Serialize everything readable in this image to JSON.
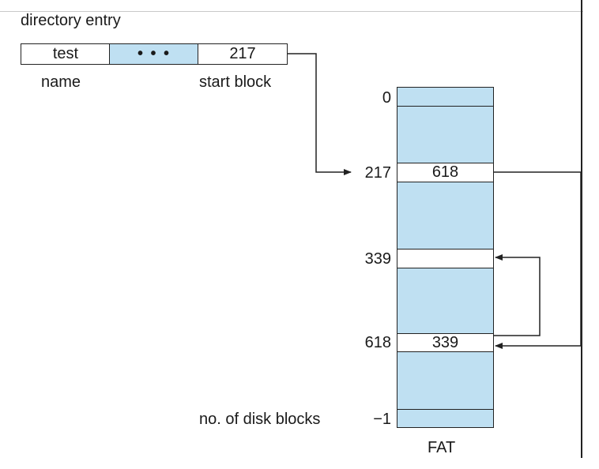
{
  "title": "directory entry",
  "entry": {
    "name_value": "test",
    "middle_value": "• • •",
    "start_value": "217",
    "name_label": "name",
    "start_label": "start block"
  },
  "fat": {
    "caption": "FAT",
    "entries": [
      {
        "index": "0",
        "value": ""
      },
      {
        "index": "217",
        "value": "618"
      },
      {
        "index": "339",
        "value": ""
      },
      {
        "index": "618",
        "value": "339"
      },
      {
        "index": "−1",
        "value": ""
      }
    ],
    "last_label": "no. of disk blocks"
  },
  "colors": {
    "fill": "#bfe0f2",
    "white": "#ffffff",
    "line": "#222222"
  }
}
